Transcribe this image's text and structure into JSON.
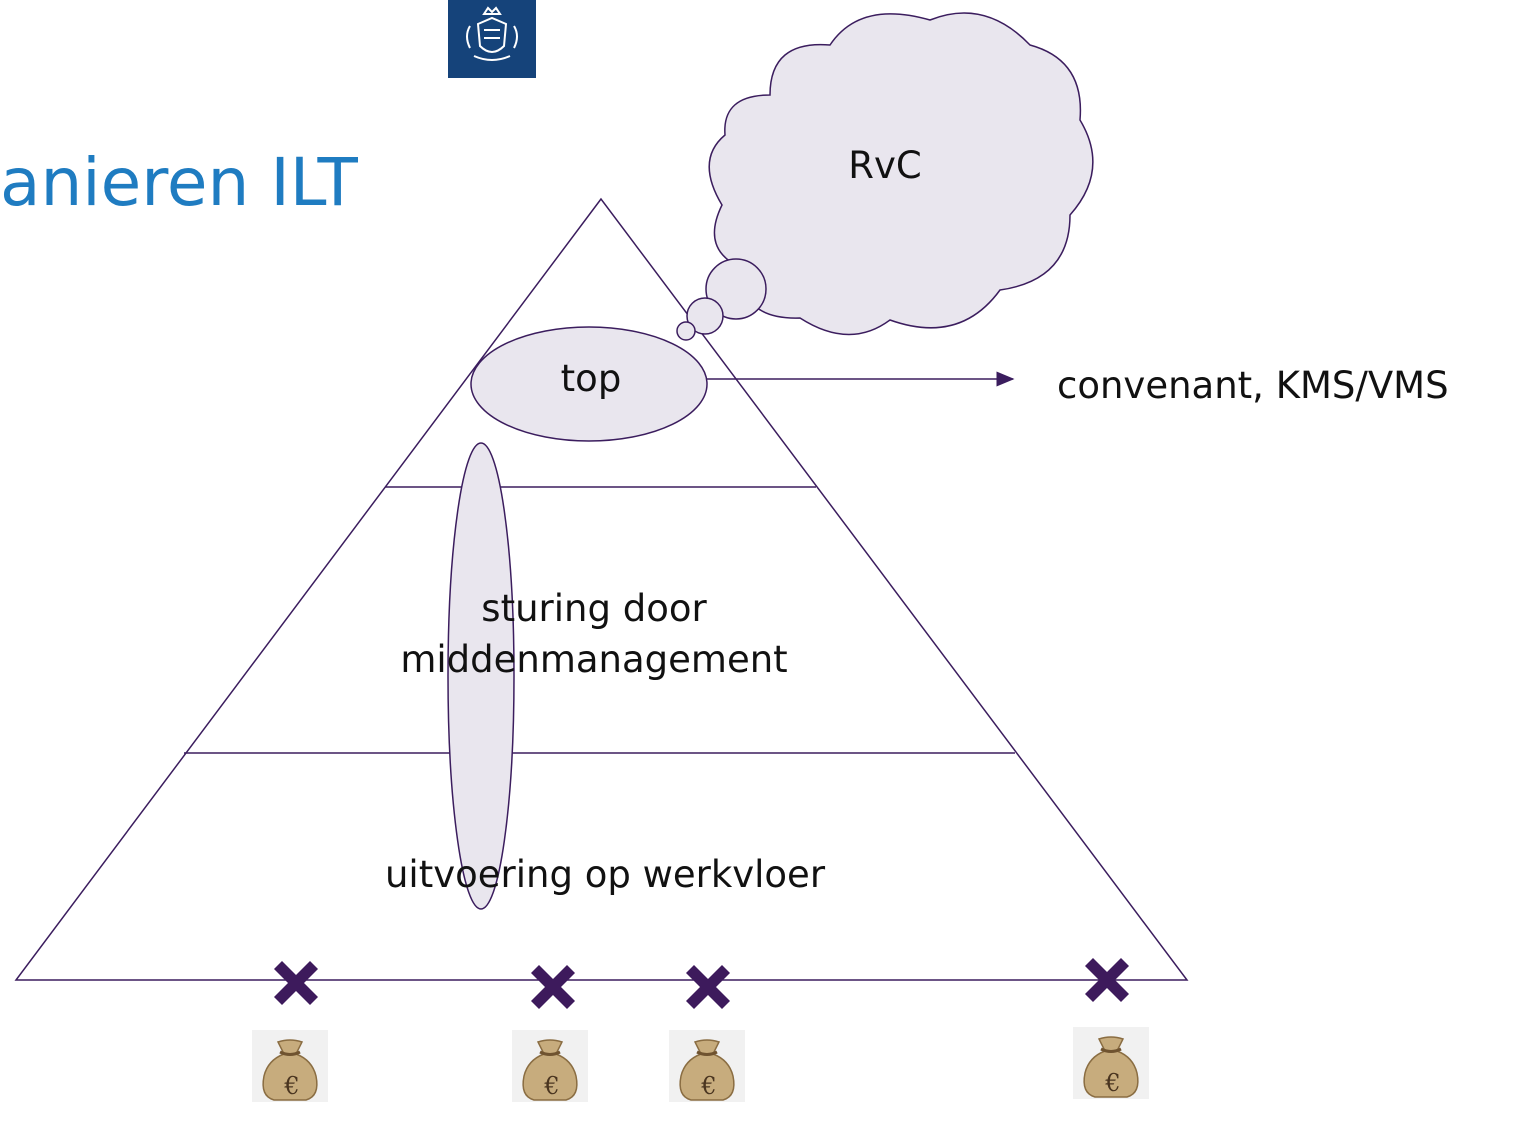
{
  "slide": {
    "title": "anieren ILT"
  },
  "diagram": {
    "cloud_label": "RvC",
    "top_label": "top",
    "arrow_target_label": "convenant, KMS/VMS",
    "middle_label_line1": "sturing door",
    "middle_label_line2": "middenmanagement",
    "bottom_label": "uitvoering op werkvloer",
    "bag_symbol": "€",
    "marker_count": 4
  },
  "colors": {
    "line": "#3b1d5e",
    "shape_fill": "#e9e6ee",
    "marker": "#3d1a5c",
    "title": "#1f7cc1",
    "logo": "#15437a"
  }
}
